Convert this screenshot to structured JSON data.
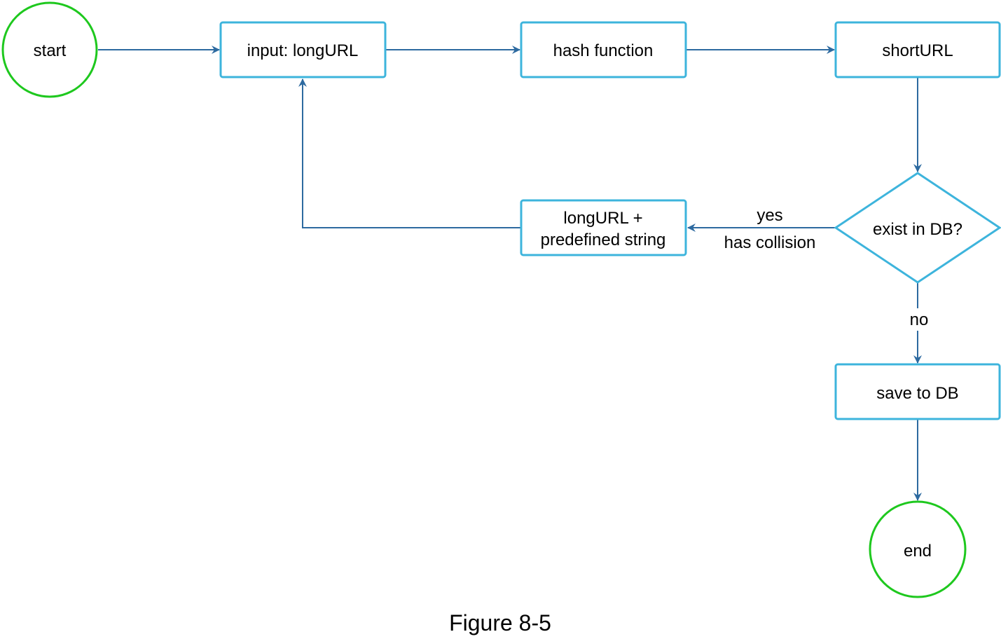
{
  "colors": {
    "box_stroke": "#3db4dc",
    "terminal_stroke": "#1ec81e",
    "arrow": "#2d6aa0",
    "text": "#000000"
  },
  "nodes": {
    "start": "start",
    "input": "input: longURL",
    "hash": "hash function",
    "short": "shortURL",
    "exist": "exist in DB?",
    "predefined_line1": "longURL +",
    "predefined_line2": "predefined string",
    "save": "save to DB",
    "end": "end"
  },
  "edge_labels": {
    "yes": "yes",
    "has_collision": "has collision",
    "no": "no"
  },
  "caption": "Figure 8-5"
}
